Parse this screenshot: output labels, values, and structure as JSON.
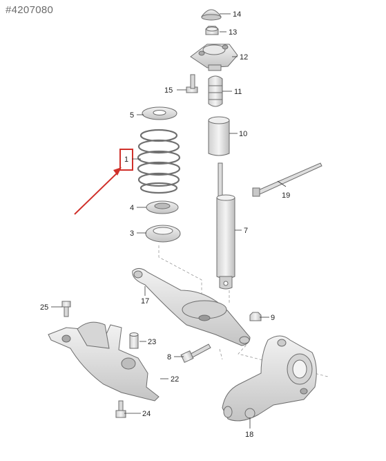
{
  "diagram": {
    "title": "#4207080",
    "accent_color": "#d0302a",
    "part_fill": "#e4e4e4",
    "callouts": {
      "p1": "1",
      "p3": "3",
      "p4": "4",
      "p5": "5",
      "p7": "7",
      "p8": "8",
      "p9": "9",
      "p10": "10",
      "p11": "11",
      "p12": "12",
      "p13": "13",
      "p14": "14",
      "p15": "15",
      "p17": "17",
      "p18": "18",
      "p19": "19",
      "p22": "22",
      "p23": "23",
      "p24": "24",
      "p25": "25"
    }
  }
}
